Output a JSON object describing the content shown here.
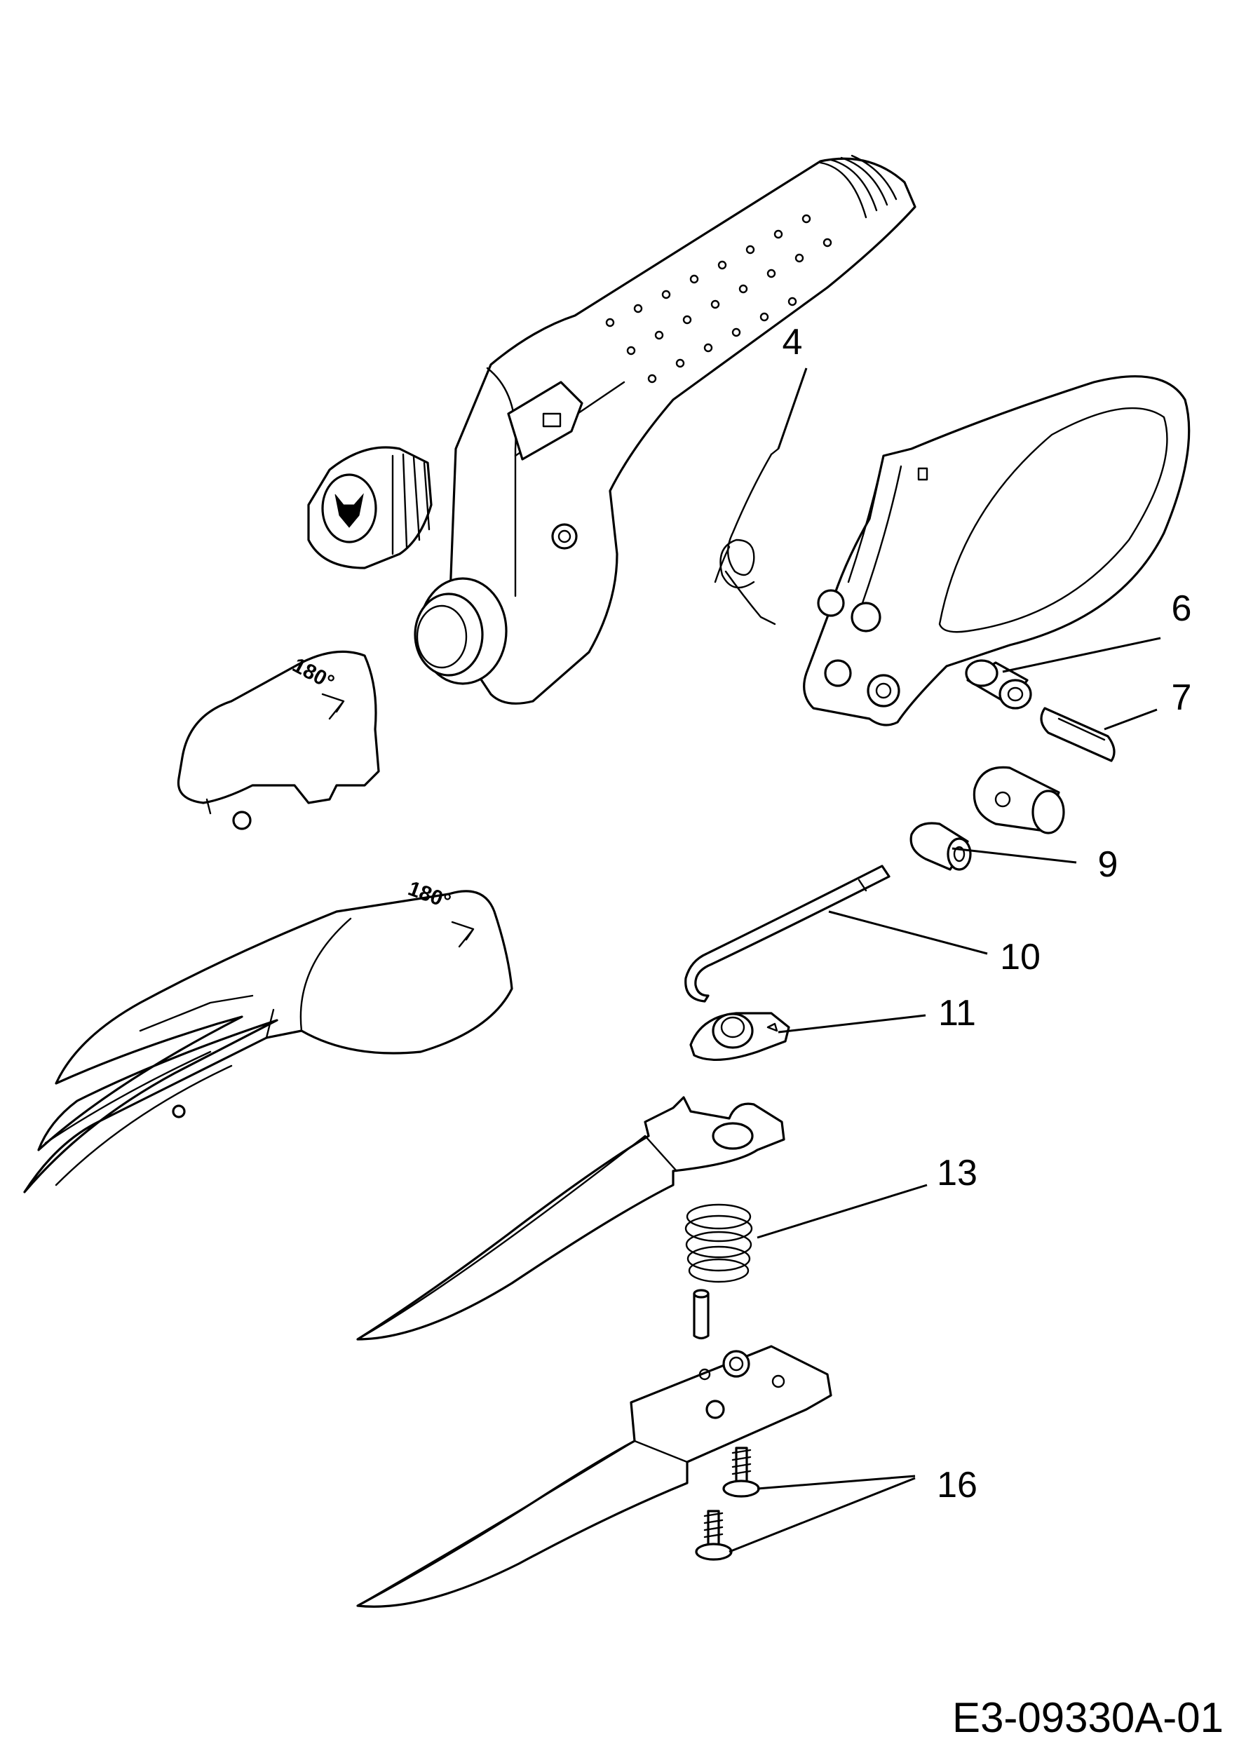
{
  "diagram": {
    "callouts": [
      {
        "id": "c4",
        "label": "4"
      },
      {
        "id": "c6",
        "label": "6"
      },
      {
        "id": "c7",
        "label": "7"
      },
      {
        "id": "c9",
        "label": "9"
      },
      {
        "id": "c10",
        "label": "10"
      },
      {
        "id": "c11",
        "label": "11"
      },
      {
        "id": "c13",
        "label": "13"
      },
      {
        "id": "c16",
        "label": "16"
      }
    ],
    "cap_marking": "180°",
    "figure_code": "E3-09330A-01"
  }
}
